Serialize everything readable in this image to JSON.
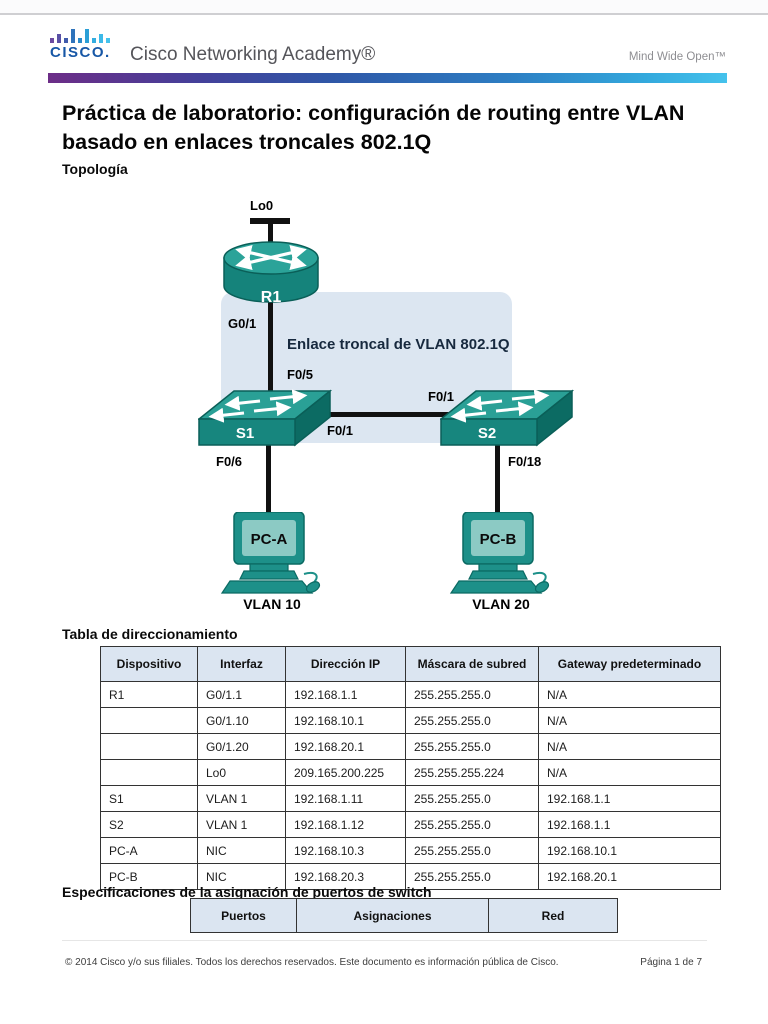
{
  "brand": {
    "wordmark": "CISCO.",
    "academy": "Cisco Networking Academy®",
    "tagline": "Mind Wide Open™",
    "colors": {
      "cisco_blue": "#1757a6",
      "gradient_start": "#6c2d87",
      "gradient_end": "#45c2ec",
      "device_teal_top": "#2aa096",
      "device_teal_front": "#17867e",
      "panel_blue": "#dce6f1",
      "table_header_blue": "#dbe5f1"
    }
  },
  "document": {
    "title": "Práctica de laboratorio: configuración de routing entre VLAN basado en enlaces troncales 802.1Q",
    "topology_heading": "Topología",
    "addressing_heading": "Tabla de direccionamiento",
    "ports_heading": "Especificaciones de la asignación de puertos de switch"
  },
  "topology": {
    "trunk_label": "Enlace troncal de VLAN 802.1Q",
    "devices": {
      "r1": "R1",
      "s1": "S1",
      "s2": "S2",
      "pca": "PC-A",
      "pcb": "PC-B"
    },
    "labels": {
      "lo0": "Lo0",
      "g0_1": "G0/1",
      "f0_5": "F0/5",
      "f0_1_top": "F0/1",
      "f0_1_bottom": "F0/1",
      "f0_6": "F0/6",
      "f0_18": "F0/18",
      "vlan10": "VLAN 10",
      "vlan20": "VLAN 20"
    }
  },
  "addressing_table": {
    "headers": [
      "Dispositivo",
      "Interfaz",
      "Dirección IP",
      "Máscara de subred",
      "Gateway predeterminado"
    ],
    "rows": [
      [
        "R1",
        "G0/1.1",
        "192.168.1.1",
        "255.255.255.0",
        "N/A"
      ],
      [
        "",
        "G0/1.10",
        "192.168.10.1",
        "255.255.255.0",
        "N/A"
      ],
      [
        "",
        "G0/1.20",
        "192.168.20.1",
        "255.255.255.0",
        "N/A"
      ],
      [
        "",
        "Lo0",
        "209.165.200.225",
        "255.255.255.224",
        "N/A"
      ],
      [
        "S1",
        "VLAN 1",
        "192.168.1.11",
        "255.255.255.0",
        "192.168.1.1"
      ],
      [
        "S2",
        "VLAN 1",
        "192.168.1.12",
        "255.255.255.0",
        "192.168.1.1"
      ],
      [
        "PC-A",
        "NIC",
        "192.168.10.3",
        "255.255.255.0",
        "192.168.10.1"
      ],
      [
        "PC-B",
        "NIC",
        "192.168.20.3",
        "255.255.255.0",
        "192.168.20.1"
      ]
    ]
  },
  "ports_table": {
    "headers": [
      "Puertos",
      "Asignaciones",
      "Red"
    ]
  },
  "footer": {
    "copyright": "© 2014 Cisco y/o sus filiales. Todos los derechos reservados. Este documento es información pública de Cisco.",
    "page": "Página 1 de 7"
  }
}
